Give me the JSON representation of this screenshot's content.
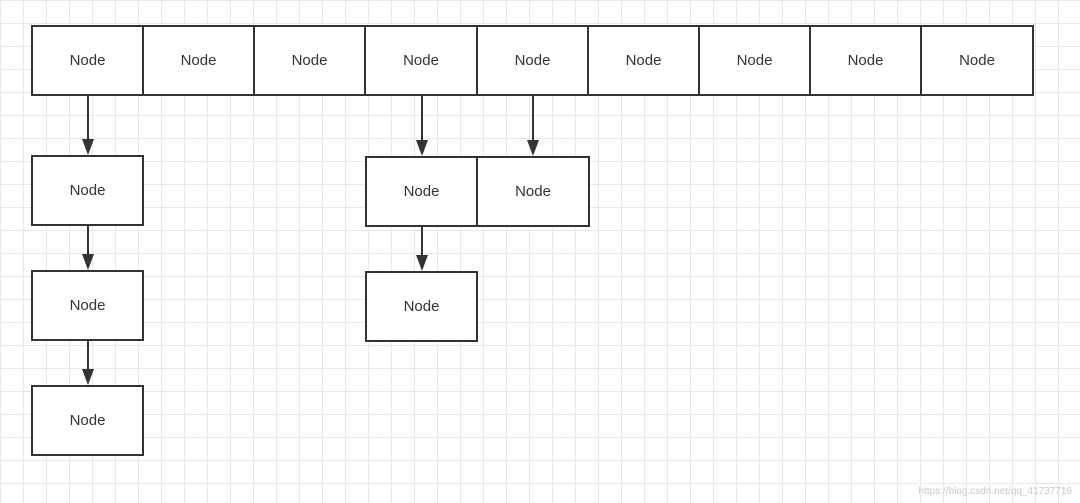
{
  "diagram": {
    "nodes": [
      {
        "id": "top-1",
        "label": "Node"
      },
      {
        "id": "top-2",
        "label": "Node"
      },
      {
        "id": "top-3",
        "label": "Node"
      },
      {
        "id": "top-4",
        "label": "Node"
      },
      {
        "id": "top-5",
        "label": "Node"
      },
      {
        "id": "top-6",
        "label": "Node"
      },
      {
        "id": "top-7",
        "label": "Node"
      },
      {
        "id": "top-8",
        "label": "Node"
      },
      {
        "id": "top-9",
        "label": "Node"
      },
      {
        "id": "chain-a-1",
        "label": "Node"
      },
      {
        "id": "chain-a-2",
        "label": "Node"
      },
      {
        "id": "chain-a-3",
        "label": "Node"
      },
      {
        "id": "pair-left",
        "label": "Node"
      },
      {
        "id": "pair-right",
        "label": "Node"
      },
      {
        "id": "pair-below",
        "label": "Node"
      }
    ],
    "edges": [
      {
        "from": "top-1",
        "to": "chain-a-1"
      },
      {
        "from": "chain-a-1",
        "to": "chain-a-2"
      },
      {
        "from": "chain-a-2",
        "to": "chain-a-3"
      },
      {
        "from": "top-4",
        "to": "pair-left"
      },
      {
        "from": "top-5",
        "to": "pair-right"
      },
      {
        "from": "pair-left",
        "to": "pair-below"
      }
    ],
    "colors": {
      "border": "#333333",
      "arrow": "#333333",
      "grid": "#e8e8e8",
      "text": "#333333"
    }
  },
  "watermark": "https://blog.csdn.net/qq_41737716"
}
